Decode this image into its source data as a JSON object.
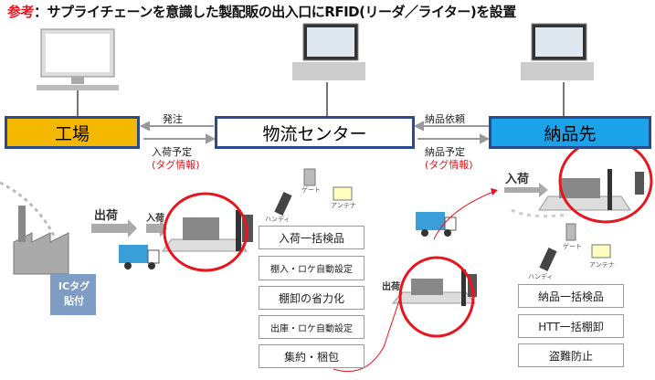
{
  "title": {
    "prefix": "参考",
    "text": "：サプライチェーンを意識した製配販の出入口にRFID(リーダ／ライター)を設置"
  },
  "nodes": {
    "factory": "工場",
    "logistics": "物流センター",
    "destination": "納品先"
  },
  "flows": {
    "order": "発注",
    "arrival_plan": "入荷予定",
    "tag_info_left": "(タグ情報)",
    "delivery_request": "納品依頼",
    "delivery_plan": "納品予定",
    "tag_info_right": "(タグ情報)"
  },
  "factory_area": {
    "shipping": "出荷",
    "arrival": "入荷",
    "ic_tag": "ICタグ\n貼付"
  },
  "center_area": {
    "gate": "ゲート",
    "handy": "ハンディ",
    "antenna": "アンテナ",
    "shipping": "出荷",
    "functions": [
      "入荷一括検品",
      "棚入・ロケ自動設定",
      "棚卸の省力化",
      "出庫・ロケ自動設定",
      "集約・梱包"
    ]
  },
  "dest_area": {
    "arrival": "入荷",
    "gate": "ゲート",
    "handy": "ハンディ",
    "antenna": "アンテナ",
    "functions": [
      "納品一括検品",
      "HTT一括棚卸",
      "盗難防止"
    ]
  },
  "colors": {
    "factory": "#f5b800",
    "destination": "#1aa3e8",
    "accent": "#e8141e",
    "border": "#2b4b8c"
  }
}
